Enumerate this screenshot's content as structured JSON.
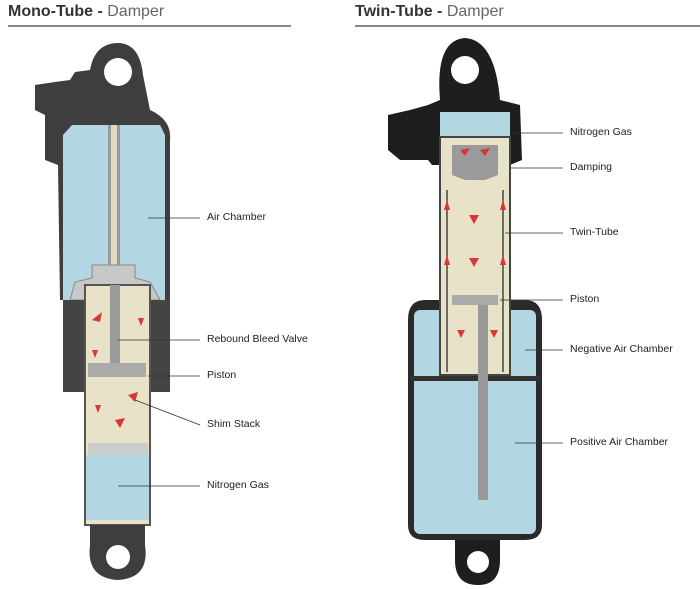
{
  "left": {
    "title_bold": "Mono-Tube -",
    "title_rest": "Damper",
    "labels": [
      "Air Chamber",
      "Rebound Bleed Valve",
      "Piston",
      "Shim Stack",
      "Nitrogen Gas"
    ]
  },
  "right": {
    "title_bold": "Twin-Tube -",
    "title_rest": "Damper",
    "labels": [
      "Nitrogen Gas",
      "Damping",
      "Twin-Tube",
      "Piston",
      "Negative Air Chamber",
      "Positive Air Chamber"
    ]
  },
  "colors": {
    "body": "#3a3a3a",
    "air": "#b3d6e3",
    "oil": "#e8e2c8",
    "flow": "#d9363a"
  }
}
